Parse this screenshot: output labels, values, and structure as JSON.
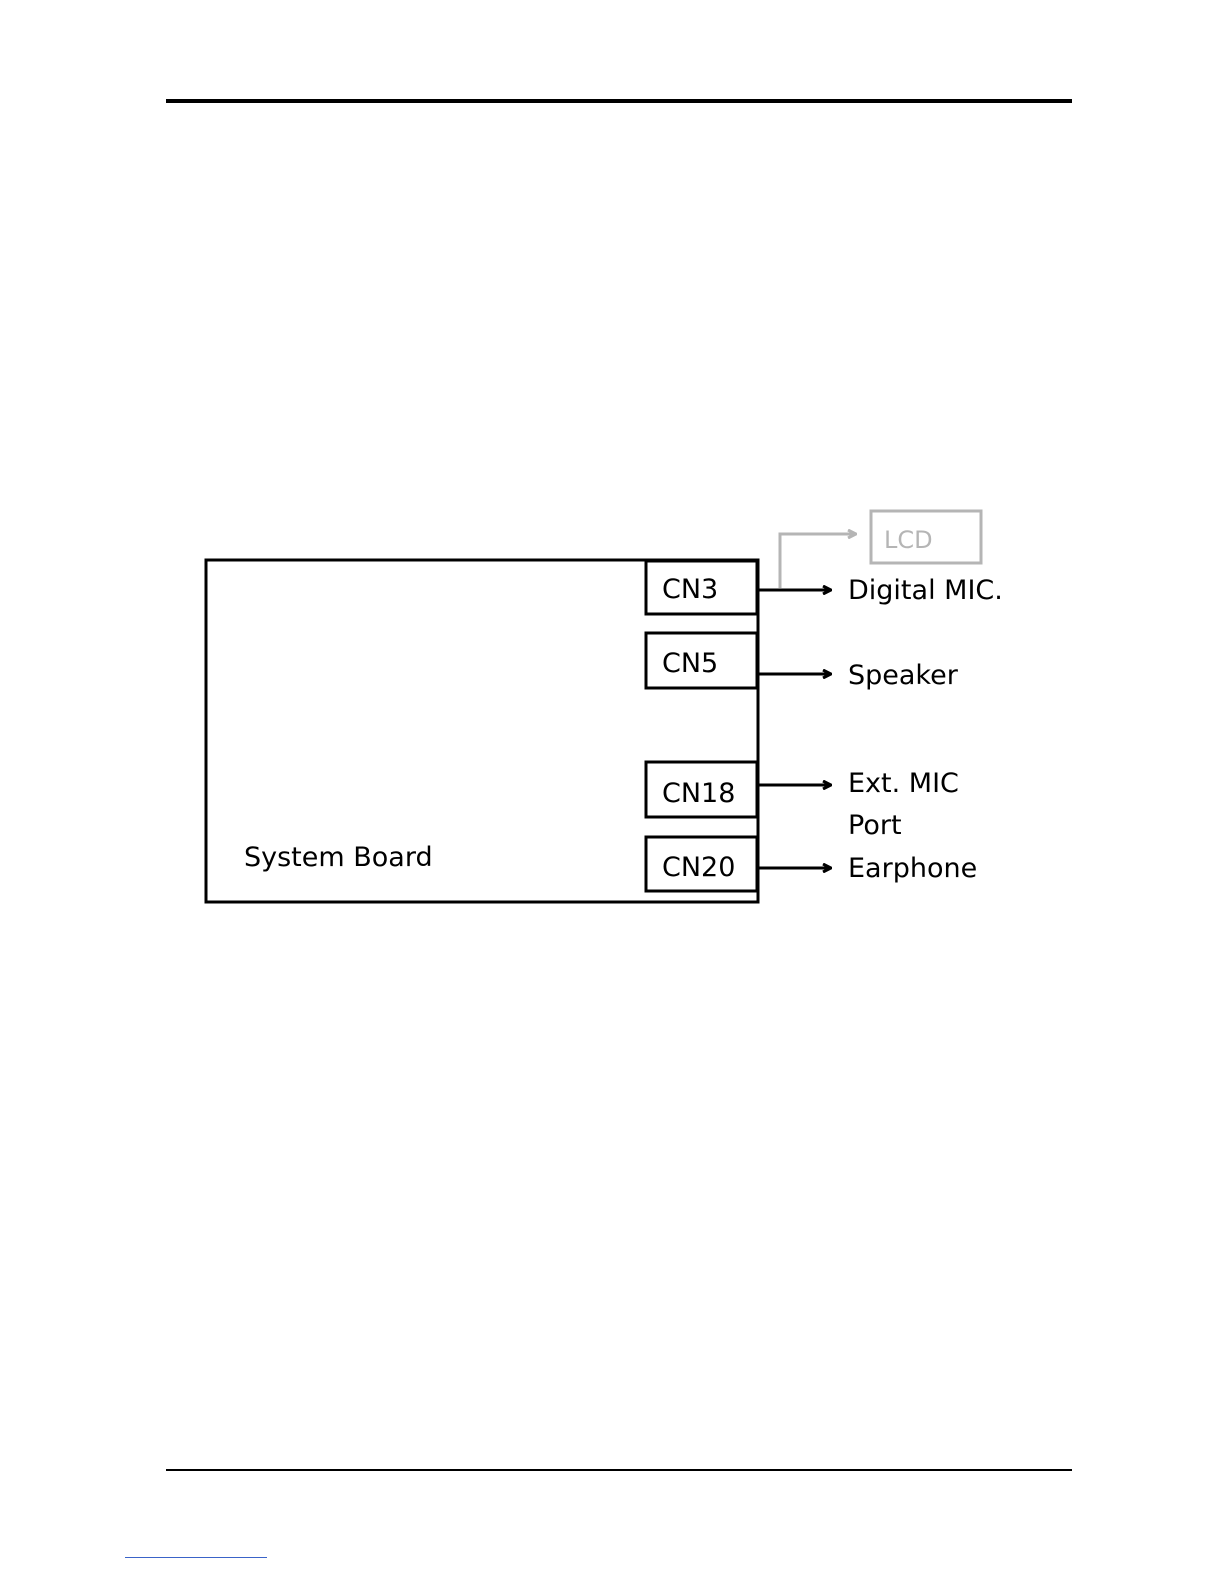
{
  "diagram": {
    "board_label": "System Board",
    "connectors": [
      {
        "id": "cn3",
        "label": "CN3",
        "target": "Digital MIC."
      },
      {
        "id": "cn5",
        "label": "CN5",
        "target": "Speaker"
      },
      {
        "id": "cn18",
        "label": "CN18",
        "target_lines": [
          "Ext. MIC",
          "Port"
        ]
      },
      {
        "id": "cn20",
        "label": "CN20",
        "target": "Earphone"
      }
    ],
    "lcd_label": "LCD",
    "colors": {
      "line": "#000000",
      "lcd_gray": "#b5b5b5",
      "footer_link": "#3a63c8"
    }
  }
}
